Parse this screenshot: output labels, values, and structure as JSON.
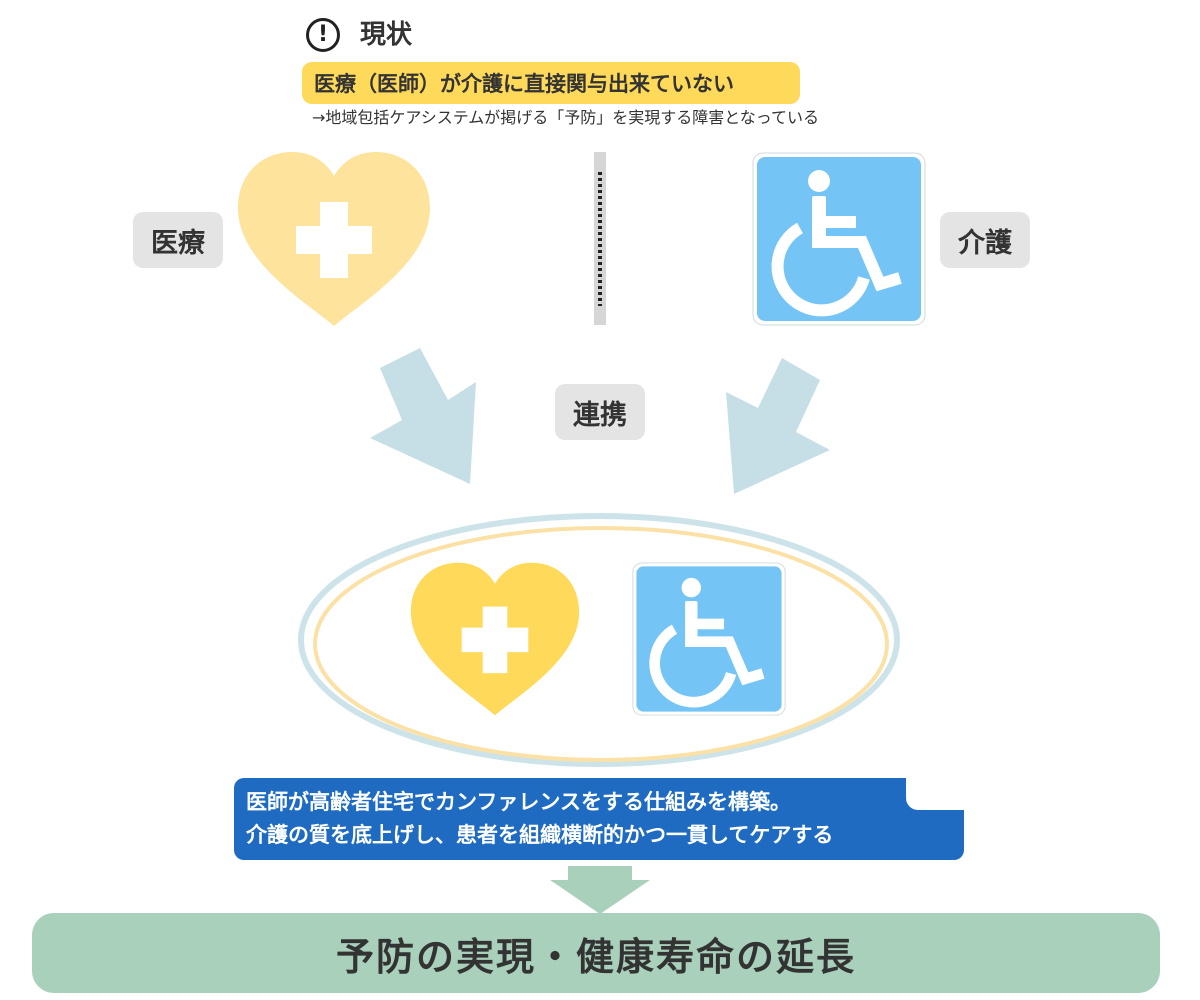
{
  "header": {
    "status_icon_symbol": "!",
    "status_title": "現状",
    "problem_statement": "医療（医師）が介護に直接関与出来ていない",
    "sub_note": "→地域包括ケアシステムが掲げる「予防」を実現する障害となっている"
  },
  "labels": {
    "medical": "医療",
    "care": "介護",
    "cooperation": "連携"
  },
  "callout": {
    "line1": "医師が高齢者住宅でカンファレンスをする仕組みを構築。",
    "line2": "介護の質を底上げし、患者を組織横断的かつ一貫してケアする"
  },
  "result": {
    "text": "予防の実現・健康寿命の延長"
  },
  "colors": {
    "highlight": "#ffd95a",
    "heart_light": "#fde39c",
    "heart_bright": "#ffd95a",
    "wheelchair_blue": "#74c5f5",
    "arrow": "#c6dfe6",
    "callout": "#1e6bc1",
    "result_bar": "#a8d0bb",
    "down_arrow": "#a8d0bb"
  },
  "icons": {
    "medical_icon": "heart-cross-icon",
    "care_icon": "wheelchair-icon",
    "status_icon": "exclamation-circle-icon"
  }
}
